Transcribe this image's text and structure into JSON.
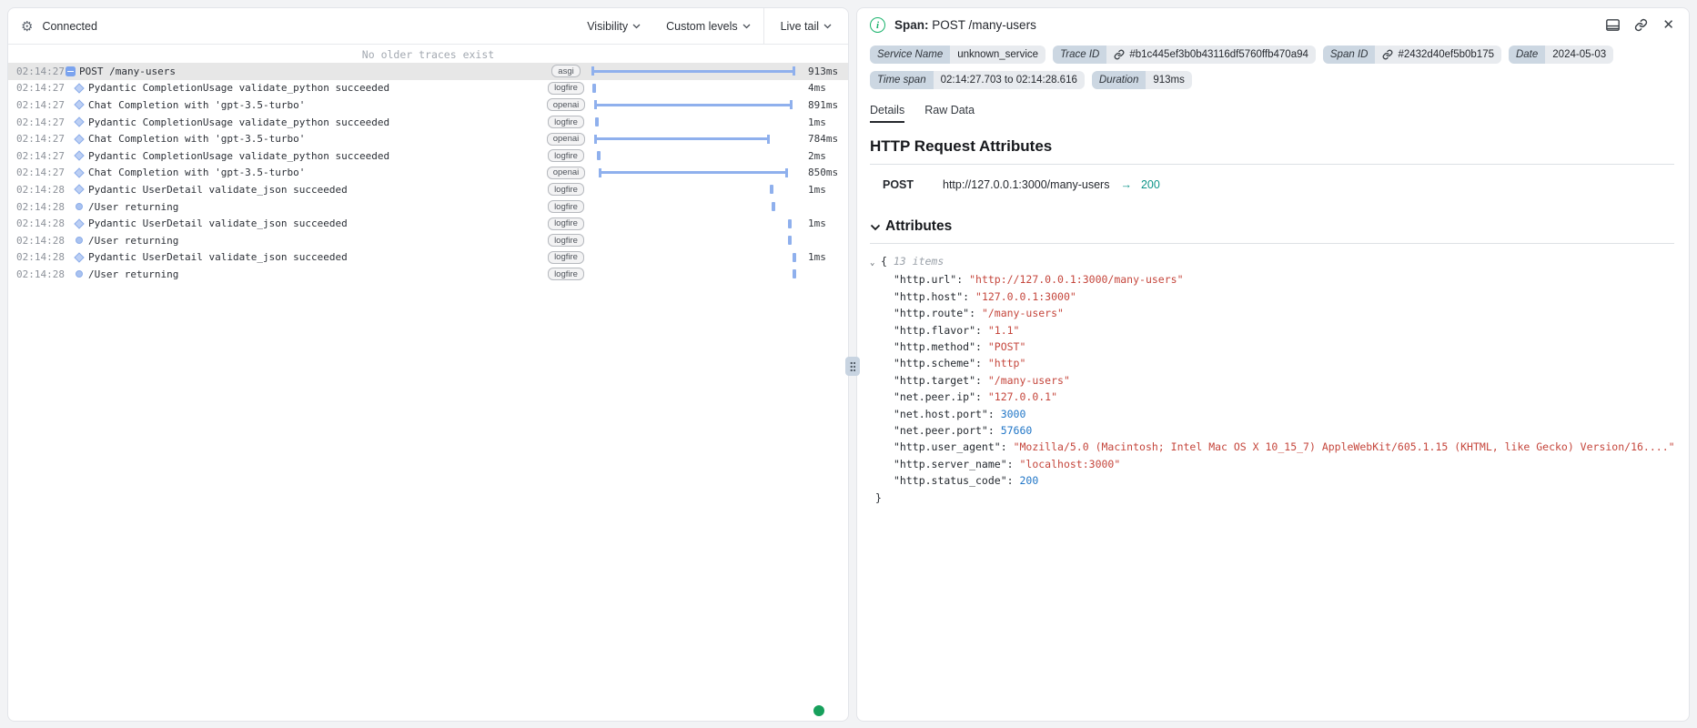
{
  "colors": {
    "bar_blue": "#8fb0ed",
    "accent_green": "#17a05c",
    "teal_status": "#0d9488",
    "string_red": "#c5463c",
    "number_blue": "#2176c7"
  },
  "left": {
    "toolbar": {
      "status": "Connected",
      "visibility": "Visibility",
      "custom_levels": "Custom levels",
      "live_tail": "Live tail"
    },
    "notice": "No older traces exist",
    "rows": [
      {
        "time": "02:14:27",
        "icon": "collapse",
        "label": "POST /many-users",
        "tag": "asgi",
        "dur": "913ms",
        "selected": true,
        "root": true,
        "bar": {
          "kind": "span",
          "left": 1.0,
          "width": 96.5
        }
      },
      {
        "time": "02:14:27",
        "icon": "diamond",
        "label": "Pydantic CompletionUsage validate_python succeeded",
        "tag": "logfire",
        "dur": "4ms",
        "bar": {
          "kind": "tick",
          "left": 1.2
        }
      },
      {
        "time": "02:14:27",
        "icon": "diamond",
        "label": "Chat Completion with 'gpt-3.5-turbo'",
        "tag": "openai",
        "dur": "891ms",
        "bar": {
          "kind": "span",
          "left": 2.3,
          "width": 94.0
        }
      },
      {
        "time": "02:14:27",
        "icon": "diamond",
        "label": "Pydantic CompletionUsage validate_python succeeded",
        "tag": "logfire",
        "dur": "1ms",
        "bar": {
          "kind": "tick",
          "left": 2.4
        }
      },
      {
        "time": "02:14:27",
        "icon": "diamond",
        "label": "Chat Completion with 'gpt-3.5-turbo'",
        "tag": "openai",
        "dur": "784ms",
        "bar": {
          "kind": "span",
          "left": 2.3,
          "width": 83.0
        }
      },
      {
        "time": "02:14:27",
        "icon": "diamond",
        "label": "Pydantic CompletionUsage validate_python succeeded",
        "tag": "logfire",
        "dur": "2ms",
        "bar": {
          "kind": "tick",
          "left": 3.3
        }
      },
      {
        "time": "02:14:27",
        "icon": "diamond",
        "label": "Chat Completion with 'gpt-3.5-turbo'",
        "tag": "openai",
        "dur": "850ms",
        "bar": {
          "kind": "span",
          "left": 4.3,
          "width": 89.5
        }
      },
      {
        "time": "02:14:28",
        "icon": "diamond",
        "label": "Pydantic UserDetail validate_json succeeded",
        "tag": "logfire",
        "dur": "1ms",
        "bar": {
          "kind": "tick",
          "left": 85.5
        }
      },
      {
        "time": "02:14:28",
        "icon": "circle",
        "label": "/User returning",
        "tag": "logfire",
        "dur": "",
        "bar": {
          "kind": "tick",
          "left": 86.0
        }
      },
      {
        "time": "02:14:28",
        "icon": "diamond",
        "label": "Pydantic UserDetail validate_json succeeded",
        "tag": "logfire",
        "dur": "1ms",
        "bar": {
          "kind": "tick",
          "left": 94.0
        }
      },
      {
        "time": "02:14:28",
        "icon": "circle",
        "label": "/User returning",
        "tag": "logfire",
        "dur": "",
        "bar": {
          "kind": "tick",
          "left": 94.0
        }
      },
      {
        "time": "02:14:28",
        "icon": "diamond",
        "label": "Pydantic UserDetail validate_json succeeded",
        "tag": "logfire",
        "dur": "1ms",
        "bar": {
          "kind": "tick",
          "left": 96.0
        }
      },
      {
        "time": "02:14:28",
        "icon": "circle",
        "label": "/User returning",
        "tag": "logfire",
        "dur": "",
        "bar": {
          "kind": "tick",
          "left": 96.3
        }
      }
    ]
  },
  "right": {
    "header": {
      "kind_label": "Span:",
      "title": "POST /many-users"
    },
    "meta": [
      {
        "label": "Service Name",
        "value": "unknown_service",
        "link": false
      },
      {
        "label": "Trace ID",
        "value": "#b1c445ef3b0b43116df5760ffb470a94",
        "link": true
      },
      {
        "label": "Span ID",
        "value": "#2432d40ef5b0b175",
        "link": true
      },
      {
        "label": "Date",
        "value": "2024-05-03",
        "link": false
      },
      {
        "label": "Time span",
        "value": "02:14:27.703 to 02:14:28.616",
        "link": false
      },
      {
        "label": "Duration",
        "value": "913ms",
        "link": false
      }
    ],
    "tabs": [
      {
        "label": "Details",
        "active": true
      },
      {
        "label": "Raw Data",
        "active": false
      }
    ],
    "section_title": "HTTP Request Attributes",
    "request": {
      "method": "POST",
      "url": "http://127.0.0.1:3000/many-users",
      "arrow": "→",
      "status": "200"
    },
    "attributes_title": "Attributes",
    "json_tree": {
      "open_brace": "{",
      "close_brace": "}",
      "items_label": "13 items",
      "entries": [
        {
          "key": "http.url",
          "value": "http://127.0.0.1:3000/many-users",
          "type": "string"
        },
        {
          "key": "http.host",
          "value": "127.0.0.1:3000",
          "type": "string"
        },
        {
          "key": "http.route",
          "value": "/many-users",
          "type": "string"
        },
        {
          "key": "http.flavor",
          "value": "1.1",
          "type": "string"
        },
        {
          "key": "http.method",
          "value": "POST",
          "type": "string"
        },
        {
          "key": "http.scheme",
          "value": "http",
          "type": "string"
        },
        {
          "key": "http.target",
          "value": "/many-users",
          "type": "string"
        },
        {
          "key": "net.peer.ip",
          "value": "127.0.0.1",
          "type": "string"
        },
        {
          "key": "net.host.port",
          "value": "3000",
          "type": "number"
        },
        {
          "key": "net.peer.port",
          "value": "57660",
          "type": "number"
        },
        {
          "key": "http.user_agent",
          "value": "Mozilla/5.0 (Macintosh; Intel Mac OS X 10_15_7) AppleWebKit/605.1.15 (KHTML, like Gecko) Version/16....",
          "type": "string"
        },
        {
          "key": "http.server_name",
          "value": "localhost:3000",
          "type": "string"
        },
        {
          "key": "http.status_code",
          "value": "200",
          "type": "number"
        }
      ]
    }
  }
}
